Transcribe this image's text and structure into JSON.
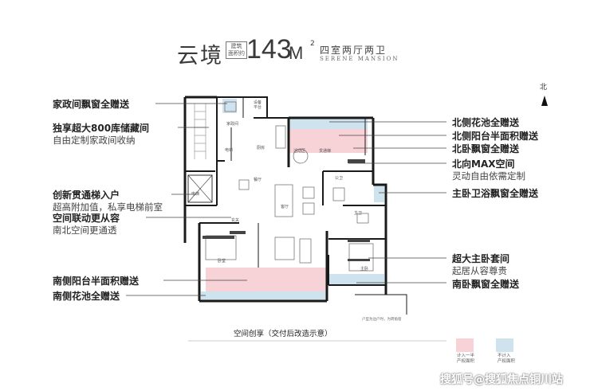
{
  "title": {
    "project": "云境",
    "sub_line1": "建筑",
    "sub_line2": "面积约",
    "area": "143",
    "unit": "M",
    "unit_sup": "2",
    "rooms": "四室两厅两卫",
    "english": "SERENE MANSION"
  },
  "north": "北",
  "left_labels": [
    {
      "line1": "家政间飘窗全赠送"
    },
    {
      "line1": "独享超大800库储藏间",
      "line2": "自由定制家政间收纳"
    },
    {
      "line1": "创新贯通梯入户",
      "line2": "超高附加值，私享电梯前室"
    },
    {
      "line1": "空间联动更从容",
      "line2": "南北空间更通透"
    },
    {
      "line1": "南侧阳台半面积赠送"
    },
    {
      "line1": "南侧花池全赠送"
    }
  ],
  "right_labels": [
    {
      "line1": "北侧花池全赠送"
    },
    {
      "line1": "北侧阳台半面积赠送"
    },
    {
      "line1": "北卧飘窗全赠送"
    },
    {
      "line1": "北向MAX空间",
      "line2": "灵动自由依需定制"
    },
    {
      "line1": "主卧卫浴飘窗全赠送"
    },
    {
      "line1": "超大主卧套间",
      "line2": "起居从容尊贵"
    },
    {
      "line1": "南卧飘窗全赠送"
    }
  ],
  "rooms": {
    "r1": "设备\n平台",
    "r2": "家政间",
    "r3": "电梯",
    "r4": "厨房",
    "r5": "活动区",
    "r6": "贯通梯",
    "r7": "公卫",
    "r8": "主卫",
    "r9": "餐厅",
    "r10": "客厅",
    "r11": "玄关",
    "r12": "卧室",
    "r13": "主卧"
  },
  "room_list": [
    "设备平台",
    "家政间",
    "电梯",
    "厨房",
    "活动区",
    "贯通梯",
    "公卫",
    "主卫",
    "餐厅",
    "客厅",
    "玄关",
    "卧室",
    "主卧"
  ],
  "caption": "空间创享（交付后改造示意）",
  "note": "户型为边户时，为转角窗",
  "legend": {
    "pink_line1": "计入一半",
    "pink_line2": "产权面积",
    "blue_line1": "不计入",
    "blue_line2": "产权面积",
    "pink": "#f7d3d8",
    "blue": "#cfe3ef"
  },
  "watermark": "搜狐号@搜狐焦点铜川站"
}
